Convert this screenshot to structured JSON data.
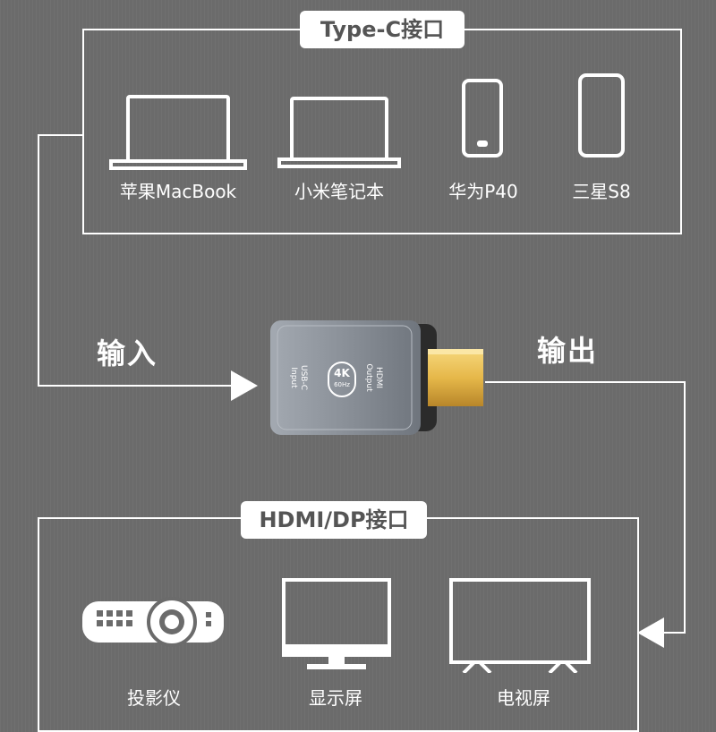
{
  "colors": {
    "background": "#6b6b6b",
    "line": "#ffffff",
    "title_text": "#555555",
    "adapter_body": "#8a9098",
    "connector_gold": "#e6b84a"
  },
  "input_group": {
    "title": "Type-C接口",
    "devices": [
      {
        "icon": "laptop-icon",
        "label": "苹果MacBook"
      },
      {
        "icon": "laptop-icon",
        "label": "小米笔记本"
      },
      {
        "icon": "smartphone-icon",
        "label": "华为P40"
      },
      {
        "icon": "smartphone-icon",
        "label": "三星S8"
      }
    ]
  },
  "flow": {
    "input_label": "输入",
    "output_label": "输出"
  },
  "adapter": {
    "input_text": "USB-C\nInput",
    "badge_top": "4K",
    "badge_bottom": "60Hz",
    "output_text": "HDMI\nOutput"
  },
  "output_group": {
    "title": "HDMI/DP接口",
    "devices": [
      {
        "icon": "projector-icon",
        "label": "投影仪"
      },
      {
        "icon": "monitor-icon",
        "label": "显示屏"
      },
      {
        "icon": "tv-icon",
        "label": "电视屏"
      }
    ]
  }
}
